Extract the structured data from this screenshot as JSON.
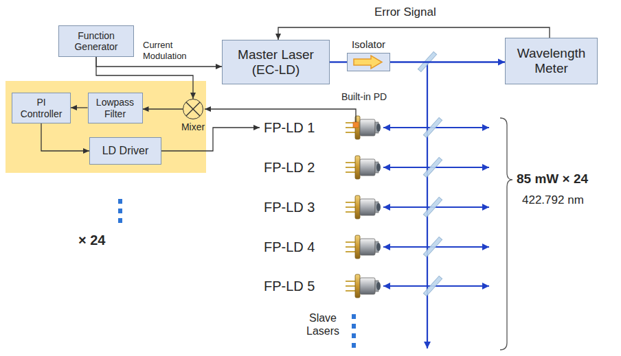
{
  "diagram": {
    "nodes": [
      {
        "text": [
          "Function Generator"
        ]
      },
      {
        "text": [
          "Master Laser (EC-LD)"
        ]
      },
      {
        "text": [
          "Isolator"
        ]
      },
      {
        "text": [
          "Wavelength Meter"
        ]
      },
      {
        "text": [
          "PI Controller"
        ]
      },
      {
        "text": [
          "Lowpass Filter"
        ]
      },
      {
        "text": [
          "Mixer"
        ]
      },
      {
        "text": [
          "LD Driver"
        ]
      },
      {
        "text": [
          "FP-LD 1"
        ]
      },
      {
        "text": [
          "FP-LD 2"
        ]
      },
      {
        "text": [
          "FP-LD 3"
        ]
      },
      {
        "text": [
          "FP-LD 4"
        ]
      },
      {
        "text": [
          "FP-LD 5"
        ]
      }
    ],
    "edges": [
      {
        "from": 0,
        "to": 1,
        "label": "Current Modulation",
        "arrow": "to"
      },
      {
        "from": 0,
        "to": 6,
        "arrow": "to"
      },
      {
        "from": 1,
        "to": 2,
        "arrow": "none"
      },
      {
        "from": 2,
        "to": 3,
        "arrow": "to"
      },
      {
        "from": 3,
        "to": 1,
        "label": "Error Signal",
        "arrow": "to"
      },
      {
        "from": 6,
        "to": 5,
        "arrow": "to"
      },
      {
        "from": 5,
        "to": 4,
        "arrow": "to"
      },
      {
        "from": 4,
        "to": 7,
        "arrow": "to"
      },
      {
        "from": 7,
        "to": 8,
        "arrow": "to"
      }
    ],
    "labels": [
      "Built-in PD",
      "× 24",
      "85 mW × 24",
      "422.792 nm",
      "Slave Lasers"
    ]
  }
}
